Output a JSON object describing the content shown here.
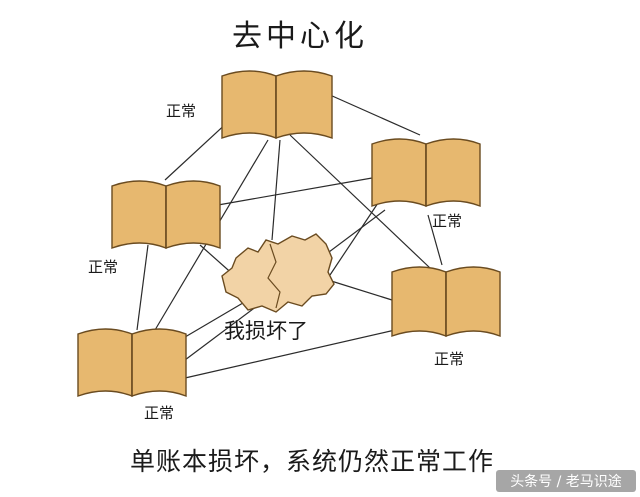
{
  "title": "去中心化",
  "nodes": [
    {
      "id": "top",
      "status": "正常"
    },
    {
      "id": "left",
      "status": "正常"
    },
    {
      "id": "right-upper",
      "status": "正常"
    },
    {
      "id": "right-lower",
      "status": "正常"
    },
    {
      "id": "bottom-left",
      "status": "正常"
    }
  ],
  "broken_node": {
    "label": "我损坏了"
  },
  "caption": "单账本损坏，系统仍然正常工作",
  "watermark": "头条号 / 老马识途",
  "colors": {
    "book_page": "#e7b86f",
    "book_outline": "#6a4b20",
    "broken_fill": "#f2d3a6",
    "line": "#2b2b2b"
  }
}
